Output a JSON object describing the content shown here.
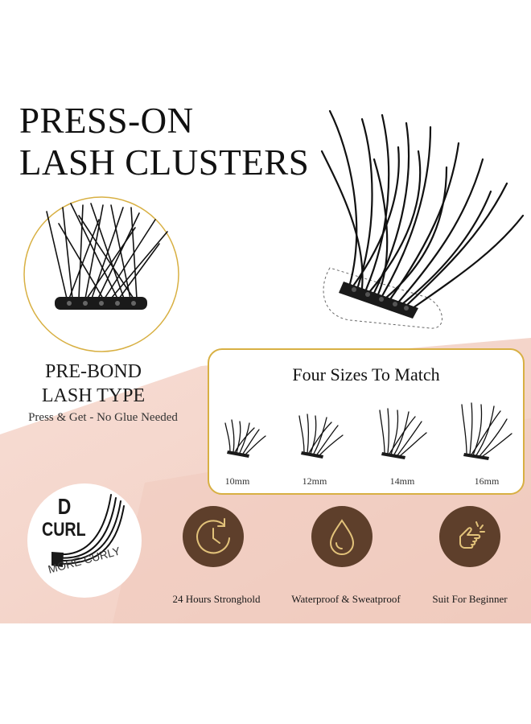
{
  "headline": {
    "line1": "PRESS-ON",
    "line2": "LASH CLUSTERS"
  },
  "pre_bond": {
    "line1": "PRE-BOND",
    "line2": "LASH TYPE",
    "subtitle": "Press & Get - No Glue Needed"
  },
  "sizes": {
    "title": "Four Sizes To Match",
    "items": [
      {
        "label": "10mm"
      },
      {
        "label": "12mm"
      },
      {
        "label": "14mm"
      },
      {
        "label": "16mm"
      }
    ]
  },
  "curl": {
    "letter": "D",
    "word": "CURL",
    "note": "MORE CURLY"
  },
  "features": [
    {
      "icon": "clock-icon",
      "label": "24 Hours Stronghold"
    },
    {
      "icon": "water-drop-icon",
      "label": "Waterproof & Sweatproof"
    },
    {
      "icon": "hand-icon",
      "label": "Suit For Beginner"
    }
  ],
  "colors": {
    "accent_gold": "#d8b043",
    "badge_brown": "#5e3f2b",
    "blush": "#f1cdc1",
    "lash": "#111111"
  }
}
